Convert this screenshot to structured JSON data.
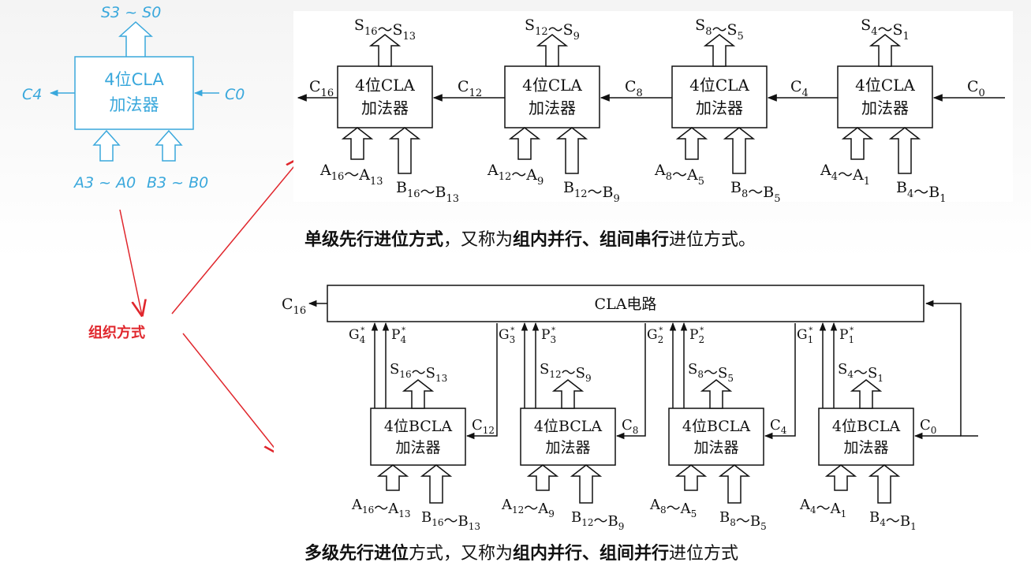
{
  "small_adder": {
    "output_label": "S3 ~ S0",
    "block_line1": "4位CLA",
    "block_line2": "加法器",
    "carry_out": "C4",
    "carry_in": "C0",
    "input_a": "A3 ~ A0",
    "input_b": "B3 ~ B0",
    "color": "#3aa8dc"
  },
  "org_label": "组织方式",
  "org_label_color": "#e0262c",
  "single_level": {
    "blocks": [
      {
        "line1": "4位CLA",
        "line2": "加法器",
        "sum": "S16~S13",
        "a": "A16~A13",
        "b": "B16~B13",
        "carry_out": "C16"
      },
      {
        "line1": "4位CLA",
        "line2": "加法器",
        "sum": "S12~S9",
        "a": "A12~A9",
        "b": "B12~B9",
        "carry_out": "C12"
      },
      {
        "line1": "4位CLA",
        "line2": "加法器",
        "sum": "S8~S5",
        "a": "A8~A5",
        "b": "B8~B5",
        "carry_out": "C8"
      },
      {
        "line1": "4位CLA",
        "line2": "加法器",
        "sum": "S4~S1",
        "a": "A4~A1",
        "b": "B4~B1",
        "carry_out": "C4"
      }
    ],
    "carry_in": "C0",
    "caption_parts": [
      {
        "text": "单级先行进位方式",
        "bold": true
      },
      {
        "text": "，又称为",
        "bold": false
      },
      {
        "text": "组内并行、组间串行",
        "bold": true
      },
      {
        "text": "进位方式。",
        "bold": false
      }
    ]
  },
  "multi_level": {
    "cla_label": "CLA电路",
    "cla_out": "C16",
    "blocks": [
      {
        "line1": "4位BCLA",
        "line2": "加法器",
        "sum": "S16~S13",
        "a": "A16~A13",
        "b": "B16~B13",
        "carry_in": "C12",
        "g": "G4*",
        "p": "P4*"
      },
      {
        "line1": "4位BCLA",
        "line2": "加法器",
        "sum": "S12~S9",
        "a": "A12~A9",
        "b": "B12~B9",
        "carry_in": "C8",
        "g": "G3*",
        "p": "P3*"
      },
      {
        "line1": "4位BCLA",
        "line2": "加法器",
        "sum": "S8~S5",
        "a": "A8~A5",
        "b": "B8~B5",
        "carry_in": "C4",
        "g": "G2*",
        "p": "P2*"
      },
      {
        "line1": "4位BCLA",
        "line2": "加法器",
        "sum": "S4~S1",
        "a": "A4~A1",
        "b": "B4~B1",
        "carry_in": "C0",
        "g": "G1*",
        "p": "P1*"
      }
    ],
    "caption_parts": [
      {
        "text": "多级先行进位",
        "bold": true
      },
      {
        "text": "方式，又称为",
        "bold": false
      },
      {
        "text": "组内并行、组间并行",
        "bold": true
      },
      {
        "text": "进位方式",
        "bold": false
      }
    ]
  }
}
